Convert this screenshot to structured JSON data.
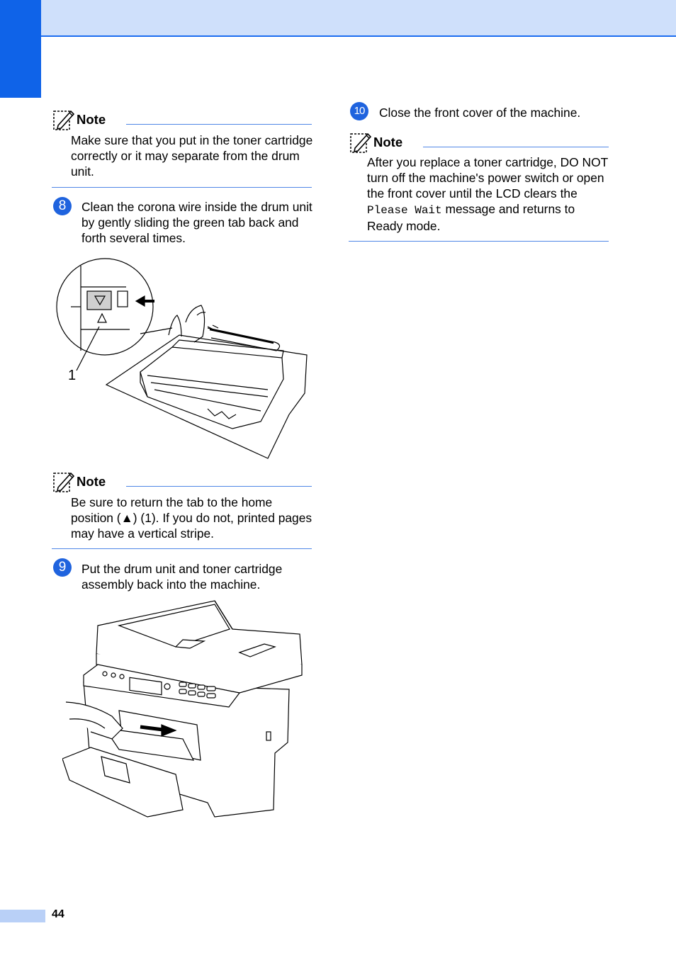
{
  "page": {
    "number": "44"
  },
  "notes": [
    {
      "label": "Note",
      "text": "Make sure that you put in the toner cartridge correctly or it may separate from the drum unit."
    },
    {
      "label": "Note",
      "text": "Be sure to return the tab to the home position (▲) (1). If you do not, printed pages may have a vertical stripe."
    },
    {
      "label": "Note",
      "text_before": "After you replace a toner cartridge, DO NOT turn off the machine's power switch or open the front cover until the LCD clears the ",
      "lcd_message": "Please Wait",
      "text_after": " message and returns to Ready mode."
    }
  ],
  "steps": [
    {
      "number": "8",
      "text": "Clean the corona wire inside the drum unit by gently sliding the green tab back and forth several times."
    },
    {
      "number": "9",
      "text": "Put the drum unit and toner cartridge assembly back into the machine."
    },
    {
      "number": "10",
      "text": "Close the front cover of the machine."
    }
  ],
  "figures": {
    "drum_callout": "1"
  },
  "colors": {
    "accent": "#0f63e8",
    "band": "#cfe0fb",
    "rule": "#4f86e6"
  }
}
